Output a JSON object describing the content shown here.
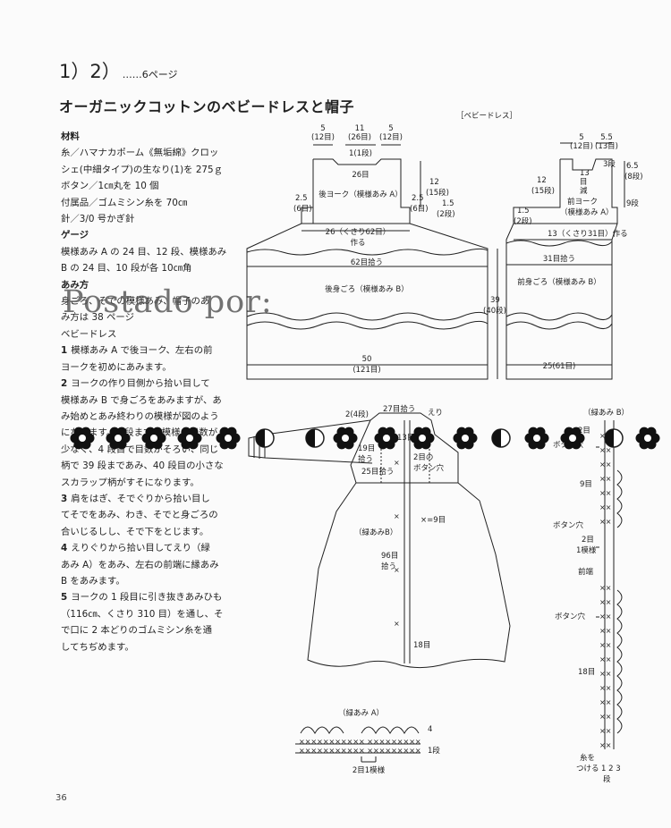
{
  "header": {
    "number": "1）2）",
    "page_ref": "……6ページ"
  },
  "title": "オーガニックコットンのベビードレスと帽子",
  "instructions": {
    "materials_heading": "材料",
    "materials": [
      "糸／ハマナカポーム《無垢綿》クロッ",
      "シェ(中細タイプ)の生なり(1)を 275ｇ",
      "ボタン／1㎝丸を 10 個",
      "付属品／ゴムミシン糸を 70㎝",
      "針／3/0 号かぎ針"
    ],
    "gauge_heading": "ゲージ",
    "gauge": [
      "模様あみ A の 24 目、12 段、模様あみ",
      "B の 24 目、10 段が各 10㎝角"
    ],
    "method_heading": "あみ方",
    "method_intro": [
      "身ごろ、そでの模様あみ、帽子のあ",
      "み方は 38 ページ"
    ],
    "dress_heading": "ベビードレス",
    "steps": [
      {
        "num": "1",
        "lines": [
          "模様あみ A で後ヨーク、左右の前",
          "ヨークを初めにあみます。"
        ]
      },
      {
        "num": "2",
        "lines": [
          "ヨークの作り目側から拾い目して",
          "模様あみ B で身ごろをあみますが、あ",
          "み始めとあみ終わりの模様が図のよう",
          "になります。3 段までは模様の目数が",
          "少なく、4 段目で目数がそろい、同じ",
          "柄で 39 段まであみ、40 段目の小さな",
          "スカラップ柄がすそになります。"
        ]
      },
      {
        "num": "3",
        "lines": [
          "肩をはぎ、そでぐりから拾い目し",
          "てそでをあみ、わき、そでと身ごろの",
          "合いじるしし、そで下をとじます。"
        ]
      },
      {
        "num": "4",
        "lines": [
          "えりぐりから拾い目してえり（緑",
          "あみ A）をあみ、左右の前端に縁あみ",
          "B をあみます。"
        ]
      },
      {
        "num": "5",
        "lines": [
          "ヨークの 1 段目に引き抜きあみひも",
          "（116㎝、くさり 310 目）を通し、そ",
          "で口に 2 本どりのゴムミシン糸を通",
          "してちぢめます。"
        ]
      }
    ]
  },
  "watermark": "Postado por:",
  "page_number": "36",
  "diagram_labels": {
    "dress_heading": "［ベビードレス］",
    "back_yoke": "後ヨーク（模様あみ A）",
    "front_yoke": "前ヨーク",
    "front_yoke_pattern": "（模様あみ A）",
    "back_body": "後身ごろ（模様あみ B）",
    "front_body": "前身ごろ（模様あみ B）",
    "back_w5": "5",
    "back_w5_sts": "(12目)",
    "back_w11": "11",
    "back_w11_sts": "(26目)",
    "back_neck_rows": "1(1段)",
    "back_neck_sts": "26目",
    "back_side_h": "2.5",
    "back_side_h_rows": "(6目)",
    "back_h12": "12",
    "back_h12_rows": "(15段)",
    "back_h15": "1.5",
    "back_h15_rows": "(2段)",
    "back_chain": "26（くさり62目）",
    "make": "作る",
    "pick_62": "62目拾う",
    "body_h": "39",
    "body_h_rows": "(40段)",
    "back_hem_w": "50",
    "back_hem_sts": "(121目)",
    "front_w55": "5.5",
    "front_w55_sts": "(13目)",
    "front_3rows": "3段",
    "front_13": "13",
    "front_dec": "目",
    "front_dec2": "減",
    "front_h65": "6.5",
    "front_h65_rows": "(8段)",
    "front_9rows": "9段",
    "front_chain": "13（くさり31目）作る",
    "pick_31": "31目拾う",
    "front_hem": "25(61目)",
    "asm_2_4": "2(4段)",
    "asm_27": "27目拾う",
    "asm_collar": "えり",
    "asm_19": "19目",
    "asm_pick": "拾う",
    "asm_13": "13目",
    "asm_2sts": "2目の",
    "asm_buttonhole": "ボタン穴",
    "asm_25": "25目拾う",
    "asm_edgeB": "（緑あみB）",
    "asm_x9": "×=9目",
    "asm_96": "96目",
    "asm_18": "18目",
    "chartA_title": "（緑あみ A）",
    "chartA_4": "4",
    "chartA_1": "1段",
    "chartA_repeat": "2目1模様",
    "chartB_title": "（緑あみ B）",
    "chartB_2": "2目",
    "chartB_9": "9目",
    "chartB_bh": "ボタン穴",
    "chartB_1rep": "1模様",
    "chartB_front": "前端",
    "chartB_18": "18目",
    "chartB_attach": "糸を",
    "chartB_attach2": "つける",
    "chartB_row_nums": "1 2 3",
    "chartB_row_label": "段"
  }
}
